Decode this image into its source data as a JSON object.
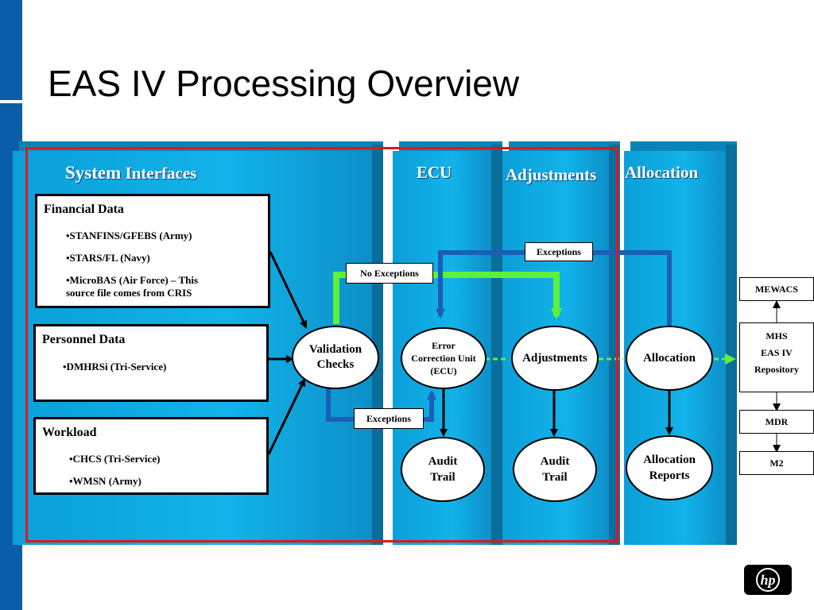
{
  "title": "EAS IV Processing Overview",
  "columns": {
    "system_interfaces_a": "System",
    "system_interfaces_b": "Interfaces",
    "ecu": "ECU",
    "adjustments": "Adjustments",
    "allocation": "Allocation"
  },
  "financial": {
    "title": "Financial Data",
    "items": [
      "•STANFINS/GFEBS (Army)",
      "•STARS/FL (Navy)",
      "•MicroBAS (Air Force) – This",
      "source file comes from CRIS"
    ]
  },
  "personnel": {
    "title": "Personnel Data",
    "items": [
      "•DMHRSi (Tri-Service)"
    ]
  },
  "workload": {
    "title": "Workload",
    "items": [
      "•CHCS (Tri-Service)",
      "•WMSN (Army)"
    ]
  },
  "nodes": {
    "validation": [
      "Validation",
      "Checks"
    ],
    "ecu": [
      "Error",
      "Correction Unit",
      "(ECU)"
    ],
    "adjustments": [
      "Adjustments"
    ],
    "allocation": [
      "Allocation"
    ],
    "audit1": [
      "Audit",
      "Trail"
    ],
    "audit2": [
      "Audit",
      "Trail"
    ],
    "alloc_reports": [
      "Allocation",
      "Reports"
    ]
  },
  "labels": {
    "no_exceptions": "No Exceptions",
    "exceptions_bottom": "Exceptions",
    "exceptions_top": "Exceptions"
  },
  "outputs": {
    "mewacs": "MEWACS",
    "repo": [
      "MHS",
      "EAS IV",
      "Repository"
    ],
    "mdr": "MDR",
    "m2": "M2"
  },
  "logo": "hp",
  "colors": {
    "stripe": "#0a5ea8",
    "panel": "#12b3ea",
    "red_frame": "#e0161e",
    "green_flow": "#5cf23a",
    "blue_flow": "#1a5fb4"
  }
}
